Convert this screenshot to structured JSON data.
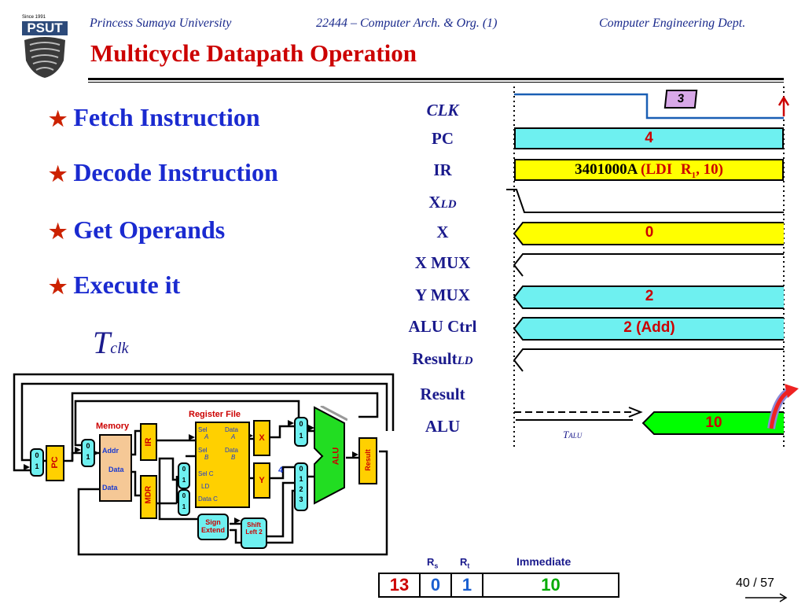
{
  "header": {
    "university": "Princess Sumaya University",
    "course": "22444 – Computer Arch. & Org. (1)",
    "dept": "Computer Engineering Dept.",
    "logo_text": "PSUT",
    "logo_since": "Since 1991"
  },
  "title": "Multicycle Datapath Operation",
  "bullets": [
    "Fetch Instruction",
    "Decode Instruction",
    "Get Operands",
    "Execute it"
  ],
  "tclk": {
    "main": "T",
    "sub": "clk"
  },
  "timing": {
    "clk_label": "CLK",
    "clk_badge": "3",
    "signals": {
      "pc": "PC",
      "ir": "IR",
      "xld_main": "X",
      "xld_sub": "LD",
      "x": "X",
      "xmux": "X MUX",
      "ymux": "Y MUX",
      "aluctrl": "ALU Ctrl",
      "resultld_main": "Result",
      "resultld_sub": "LD",
      "result": "Result",
      "alu": "ALU"
    },
    "values": {
      "pc": "4",
      "ir_hex": "3401000A",
      "ir_ldi": "(LDI",
      "ir_r": "R",
      "ir_rsub": "1",
      "ir_imm": ", 10)",
      "x": "0",
      "ymux": "2",
      "aluctrl": "2 (Add)",
      "alu": "10"
    },
    "talu_main": "T",
    "talu_sub": "ALU"
  },
  "datapath": {
    "memory": "Memory",
    "register_file": "Register File",
    "mem_addr": "Addr",
    "mem_data1": "Data",
    "mem_data2": "Data",
    "pc": "PC",
    "ir": "IR",
    "mdr": "MDR",
    "x": "X",
    "y": "Y",
    "alu": "ALU",
    "result": "Result",
    "rf_sel_a": "Sel",
    "rf_a": "A",
    "rf_data_a": "Data",
    "rf_a2": "A",
    "rf_sel_b": "Sel",
    "rf_b": "B",
    "rf_data_b": "Data",
    "rf_b2": "B",
    "rf_sel_c": "Sel C",
    "rf_ld": "LD",
    "rf_data_c": "Data C",
    "sign_extend": "Sign Extend",
    "shift_left": "Shift Left 2",
    "four": "4",
    "mux2_0": "0",
    "mux2_1": "1",
    "mux4": [
      "0",
      "1",
      "2",
      "3"
    ]
  },
  "instruction": {
    "labels": {
      "rs": "R",
      "rs_sub": "s",
      "rt": "R",
      "rt_sub": "t",
      "imm": "Immediate"
    },
    "fields": [
      "13",
      "0",
      "1",
      "10"
    ]
  },
  "page": "40 / 57",
  "colors": {
    "title": "#cc0000",
    "header": "#1a2a8c",
    "bullet": "#1a2ad0",
    "cyan": "#6ef0f0",
    "yellow": "#ffff00",
    "green": "#00ff00"
  }
}
